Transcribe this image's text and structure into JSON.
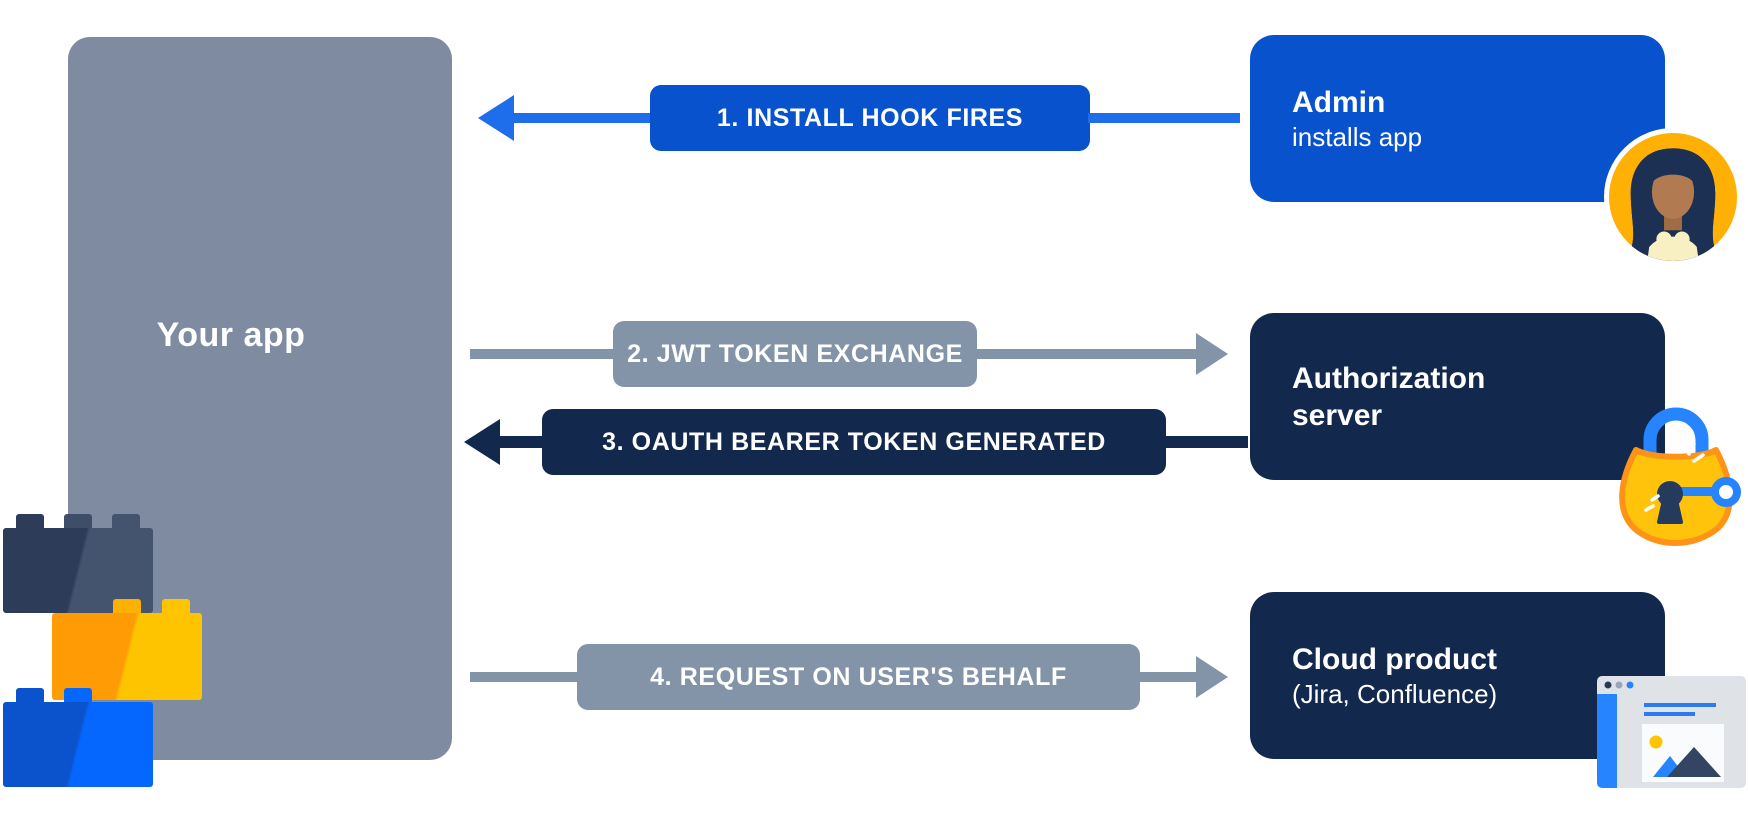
{
  "your_app": {
    "label": "Your app"
  },
  "arrows": [
    {
      "label": "1. INSTALL HOOK FIRES",
      "direction": "left",
      "badge_color": "#0852CD",
      "line_color": "#1E6DEB"
    },
    {
      "label": "2. JWT TOKEN EXCHANGE",
      "direction": "right",
      "badge_color": "#8494A8",
      "line_color": "#8494A8"
    },
    {
      "label": "3. OAUTH BEARER TOKEN GENERATED",
      "direction": "left",
      "badge_color": "#13284D",
      "line_color": "#13284D"
    },
    {
      "label": "4. REQUEST ON USER'S BEHALF",
      "direction": "right",
      "badge_color": "#8494A8",
      "line_color": "#8494A8"
    }
  ],
  "nodes": [
    {
      "title": "Admin",
      "subtitle": "installs app",
      "color": "#0852CD",
      "icon": "woman-avatar"
    },
    {
      "title": "Authorization server",
      "color": "#13284D",
      "icon": "padlock-with-key"
    },
    {
      "title": "Cloud product",
      "subtitle": "(Jira, Confluence)",
      "color": "#13284D",
      "icon": "browser-window"
    }
  ],
  "decorations": {
    "panel_color": "#7E8BA0",
    "bricks": [
      "navy",
      "yellow",
      "blue"
    ],
    "accent_blue": "#2684FF",
    "yellow": "#FFC400",
    "navy": "#13284D"
  }
}
